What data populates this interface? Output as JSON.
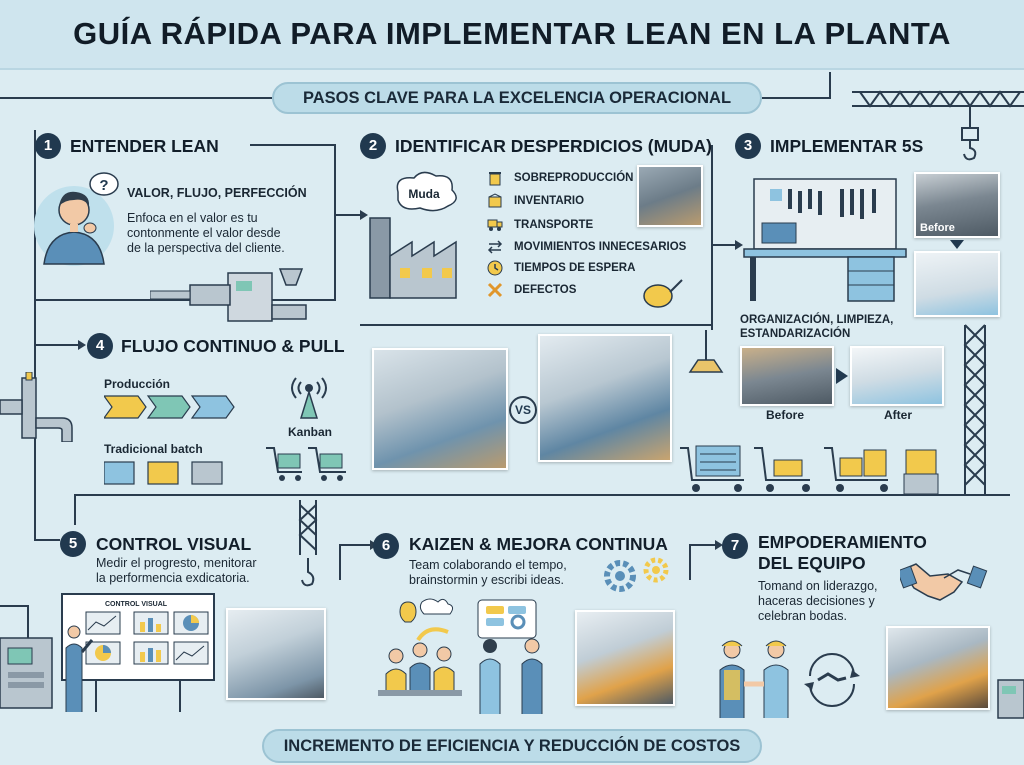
{
  "title": "GUÍA RÁPIDA PARA IMPLEMENTAR LEAN EN LA PLANTA",
  "subtitle": "PASOS CLAVE PARA LA EXCELENCIA OPERACIONAL",
  "footer": "INCREMENTO DE EFICIENCIA Y REDUCCIÓN DE COSTOS",
  "colors": {
    "navy": "#21394f",
    "yellow": "#f2c94c",
    "teal": "#7fc6b5",
    "blue": "#8ec3e0",
    "bg": "#dcecf2"
  },
  "steps": [
    {
      "num": "1",
      "title": "ENTENDER LEAN",
      "heading": "VALOR, FLUJO, PERFECCIÓN",
      "body": [
        "Enfoca en el valor es tu",
        "contonmente el valor desde",
        "de la perspectiva del cliente."
      ],
      "bubble": "?"
    },
    {
      "num": "2",
      "title": "IDENTIFICAR DESPERDICIOS (MUDA)",
      "cloud": "Muda",
      "wastes": [
        "SOBREPRODUCCIÓN",
        "INVENTARIO",
        "TRANSPORTE",
        "MOVIMIENTOS INNECESARIOS",
        "TIEMPOS DE ESPERA",
        "DEFECTOS"
      ]
    },
    {
      "num": "3",
      "title": "IMPLEMENTAR 5S",
      "before_top": "Before",
      "caption": [
        "ORGANIZACIÓN, LIMPIEZA,",
        "ESTANDARIZACIÓN"
      ],
      "before": "Before",
      "after": "After"
    },
    {
      "num": "4",
      "title": "FLUJO CONTINUO & PULL",
      "production": "Producción",
      "batch": "Tradicional batch",
      "kanban": "Kanban",
      "vs": "VS"
    },
    {
      "num": "5",
      "title": "CONTROL VISUAL",
      "body": [
        "Medir el progresto, menitorar",
        "la performencia exdicatoria."
      ],
      "board": "CONTROL VISUAL"
    },
    {
      "num": "6",
      "title": "KAIZEN & MEJORA CONTINUA",
      "body": [
        "Team colaborando el tempo,",
        "brainstormin y escribi ideas."
      ]
    },
    {
      "num": "7",
      "title": [
        "EMPODERAMIENTO",
        "DEL EQUIPO"
      ],
      "body": [
        "Tomand on liderazgo,",
        "haceras decisiones y",
        "celebran bodas."
      ]
    }
  ]
}
